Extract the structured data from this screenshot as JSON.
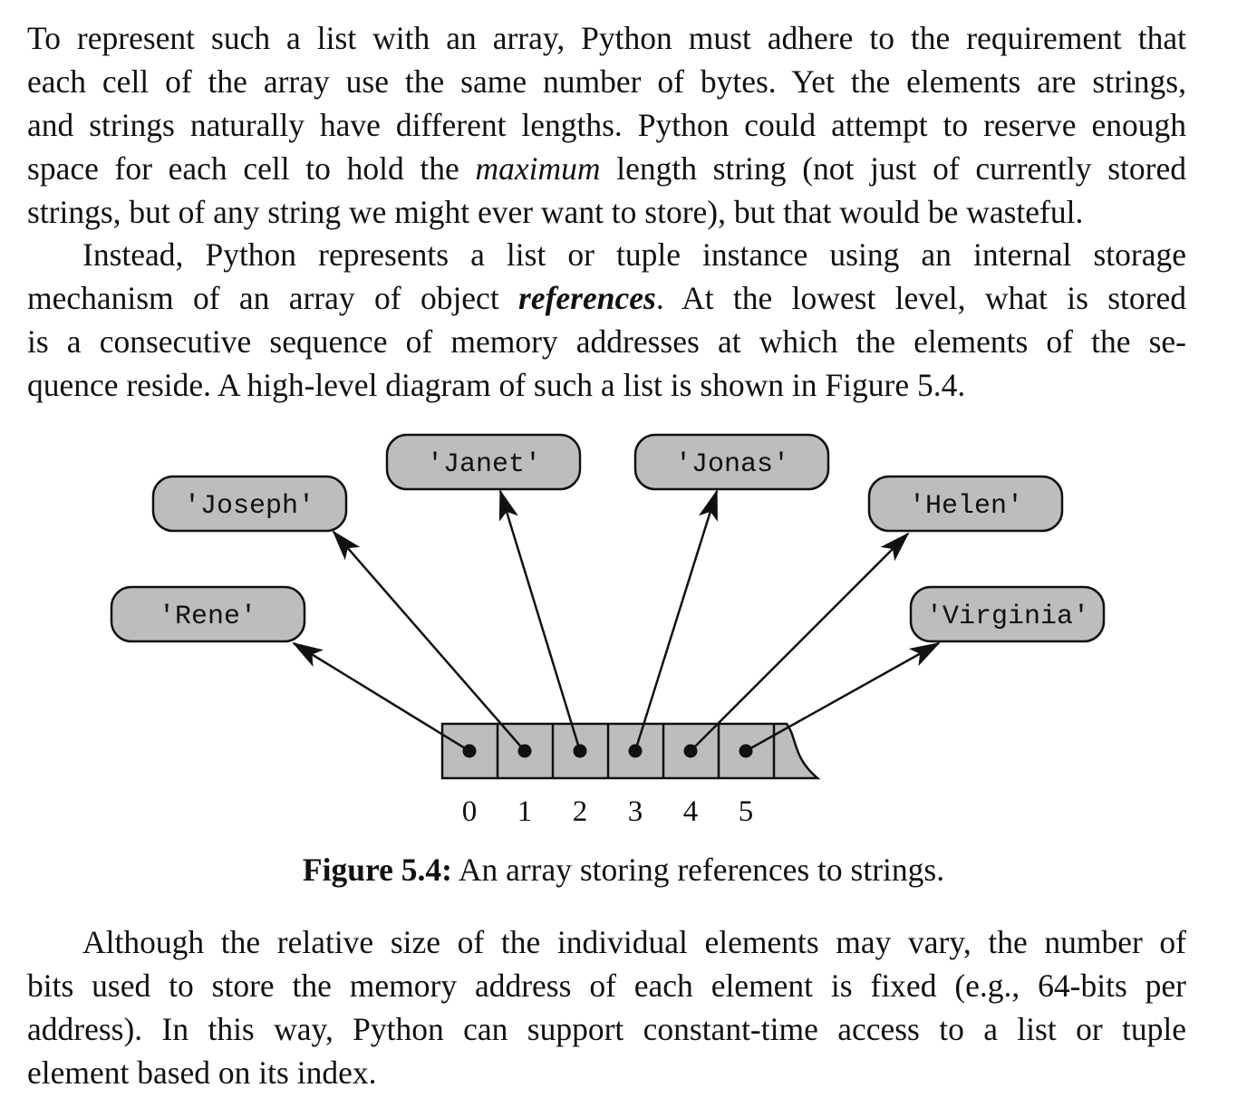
{
  "para1": {
    "lines": [
      "To represent such a list with an array, Python must adhere to the requirement that",
      "each cell of the array use the same number of bytes.  Yet the elements are strings,",
      "and strings naturally have different lengths. Python could attempt to reserve enough",
      [
        "space for each cell to hold the ",
        "maximum",
        " length string (not just of currently stored"
      ],
      "strings, but of any string we might ever want to store), but that would be wasteful."
    ]
  },
  "para2": {
    "lines": [
      "Instead, Python represents a list or tuple instance using an internal storage",
      [
        "mechanism of an array of object ",
        "references",
        ".  At the lowest level, what is stored"
      ],
      "is a consecutive sequence of memory addresses at which the elements of the se-",
      "quence reside. A high-level diagram of such a list is shown in Figure 5.4."
    ]
  },
  "figure": {
    "elements": [
      {
        "index": "0",
        "value": "'Rene'"
      },
      {
        "index": "1",
        "value": "'Joseph'"
      },
      {
        "index": "2",
        "value": "'Janet'"
      },
      {
        "index": "3",
        "value": "'Jonas'"
      },
      {
        "index": "4",
        "value": "'Helen'"
      },
      {
        "index": "5",
        "value": "'Virginia'"
      }
    ],
    "fill_color": "#bdbdbd",
    "stroke_color": "#111111"
  },
  "caption": {
    "label": "Figure 5.4:",
    "text": " An array storing references to strings."
  },
  "para3": {
    "lines": [
      "Although the relative size of the individual elements may vary, the number of",
      "bits used to store the memory address of each element is fixed (e.g., 64-bits per",
      "address).  In this way, Python can support constant-time access to a list or tuple",
      "element based on its index."
    ]
  }
}
